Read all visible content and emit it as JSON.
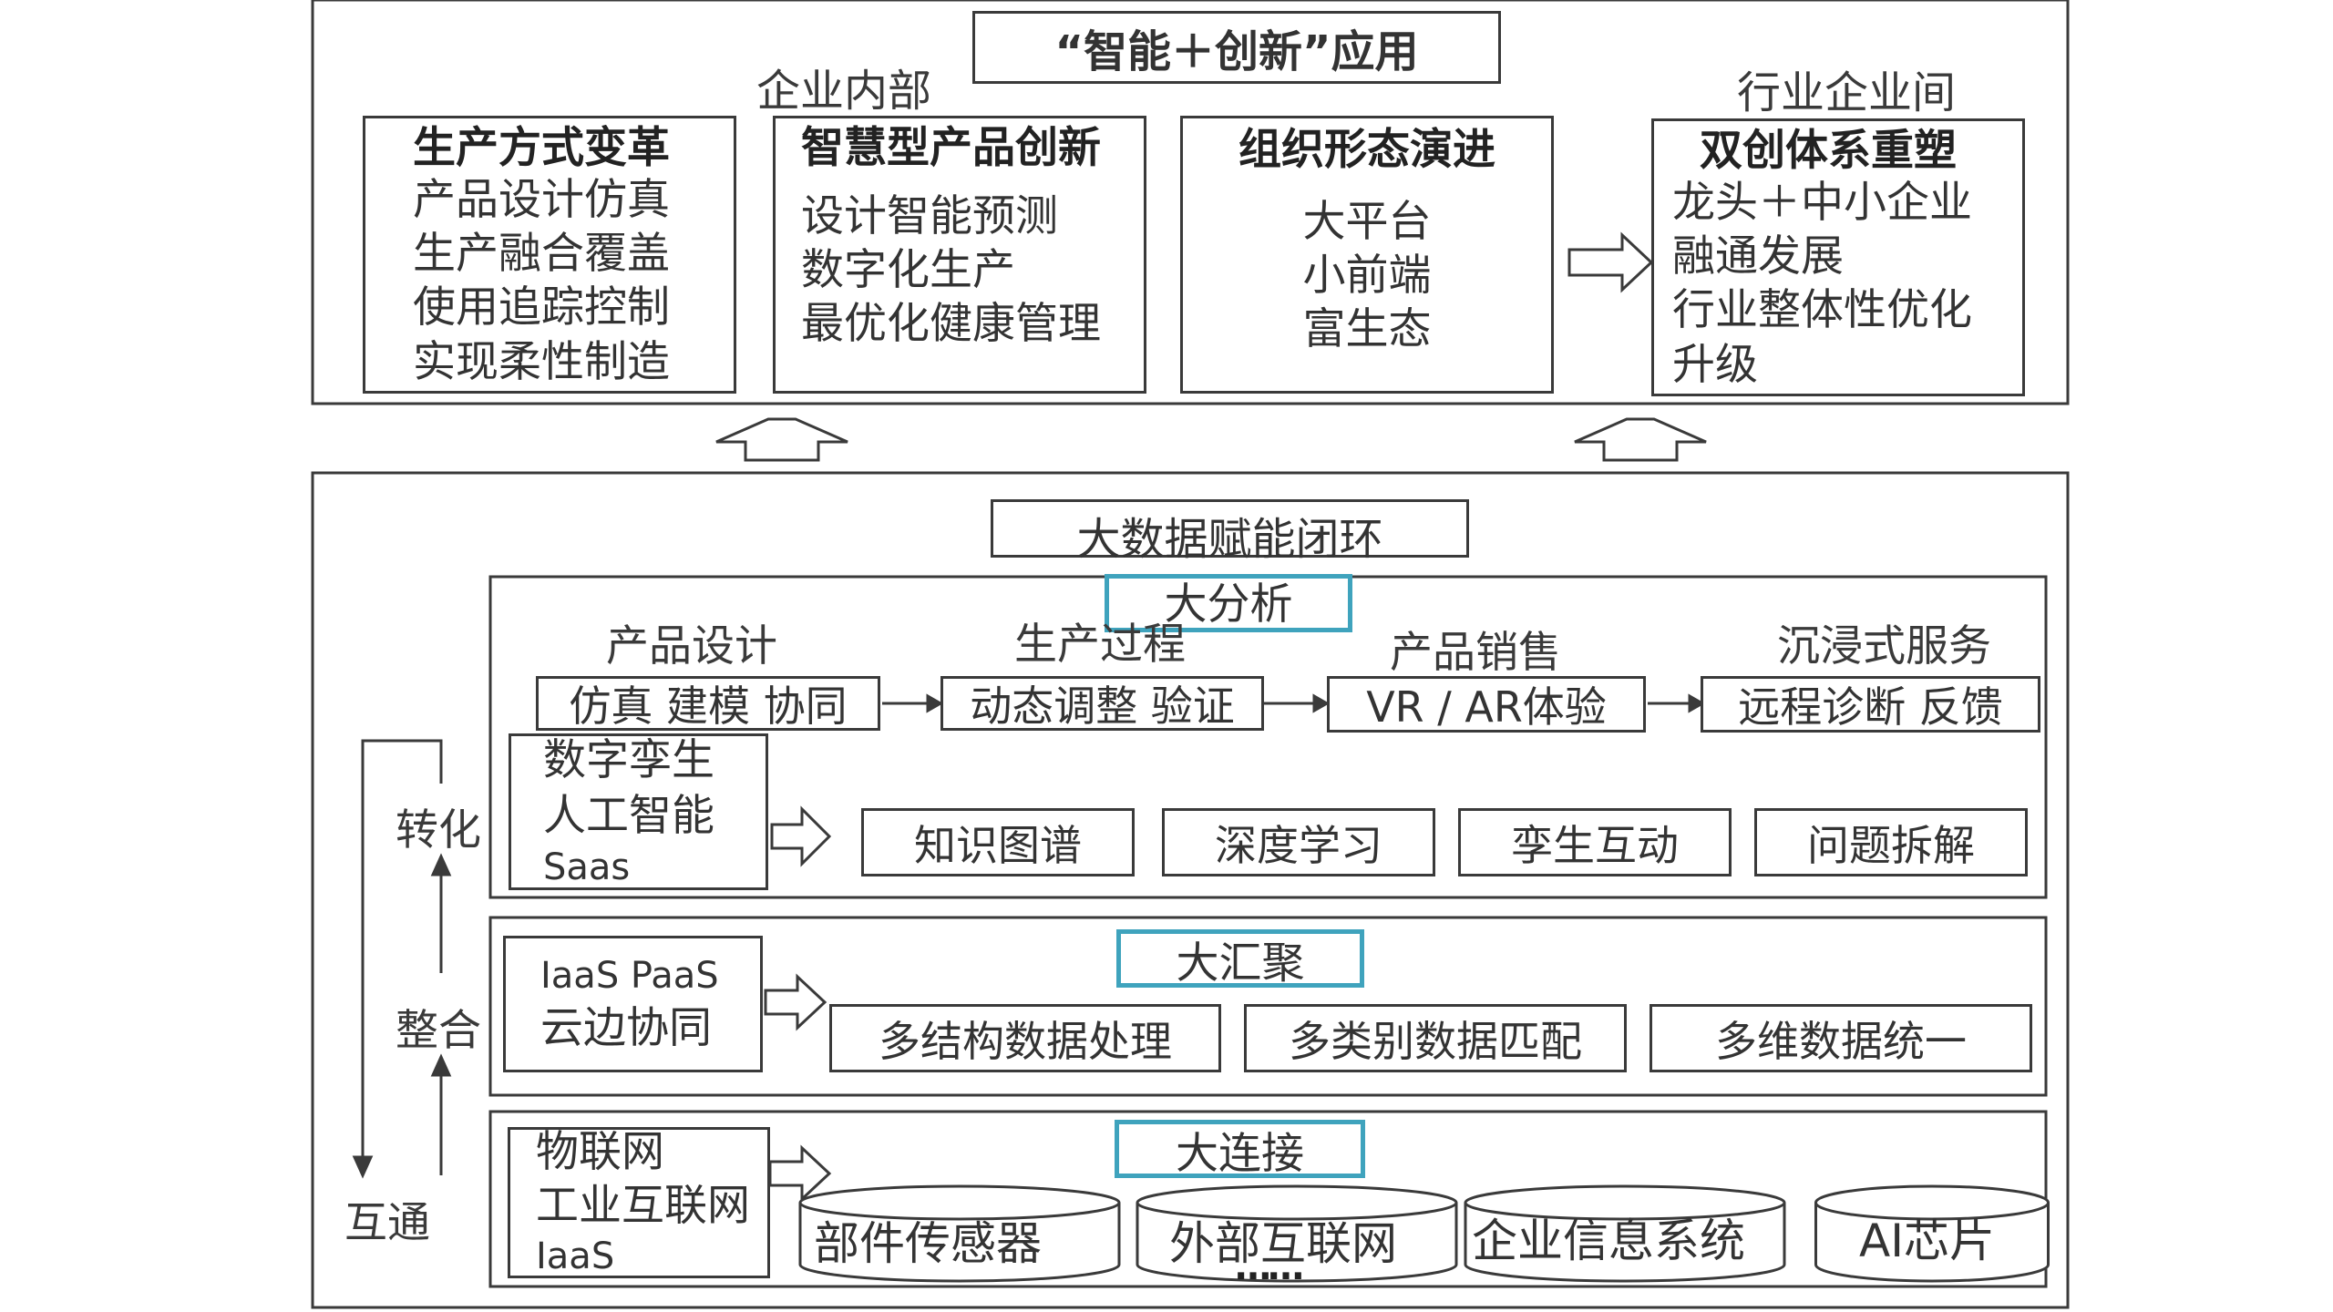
{
  "top": {
    "title": "“智能＋创新”应用",
    "internal_label": "企业内部",
    "industry_label": "行业企业间",
    "boxes": [
      {
        "title": "生产方式变革",
        "lines": [
          "产品设计仿真",
          "生产融合覆盖",
          "使用追踪控制",
          "实现柔性制造"
        ]
      },
      {
        "title": "智慧型产品创新",
        "lines": [
          "设计智能预测",
          "数字化生产",
          "最优化健康管理"
        ]
      },
      {
        "title": "组织形态演进",
        "lines": [
          "大平台",
          "小前端",
          "富生态"
        ]
      },
      {
        "title": "双创体系重塑",
        "lines": [
          "龙头＋中小企业",
          "融通发展",
          "行业整体性优化",
          "升级"
        ]
      }
    ]
  },
  "bottom": {
    "title": "大数据赋能闭环",
    "side_labels": {
      "transform": "转化",
      "integrate": "整合",
      "interconnect": "互通"
    },
    "analysis": {
      "title": "大分析",
      "stages": [
        {
          "label": "产品设计",
          "box": "仿真 建模 协同"
        },
        {
          "label": "生产过程",
          "box": "动态调整 验证"
        },
        {
          "label": "产品销售",
          "box": "VR / AR体验"
        },
        {
          "label": "沉浸式服务",
          "box": "远程诊断 反馈"
        }
      ],
      "tech_lines": [
        "数字孪生",
        "人工智能",
        "Saas"
      ],
      "items": [
        "知识图谱",
        "深度学习",
        "孪生互动",
        "问题拆解"
      ]
    },
    "aggregation": {
      "title": "大汇聚",
      "tech_lines": [
        "IaaS PaaS",
        "云边协同"
      ],
      "items": [
        "多结构数据处理",
        "多类别数据匹配",
        "多维数据统一"
      ]
    },
    "connection": {
      "title": "大连接",
      "tech_lines": [
        "物联网",
        "工业互联网",
        "IaaS"
      ],
      "sources": [
        "部件传感器",
        "外部互联网",
        "企业信息系统",
        "AI芯片"
      ],
      "more": "……"
    }
  }
}
